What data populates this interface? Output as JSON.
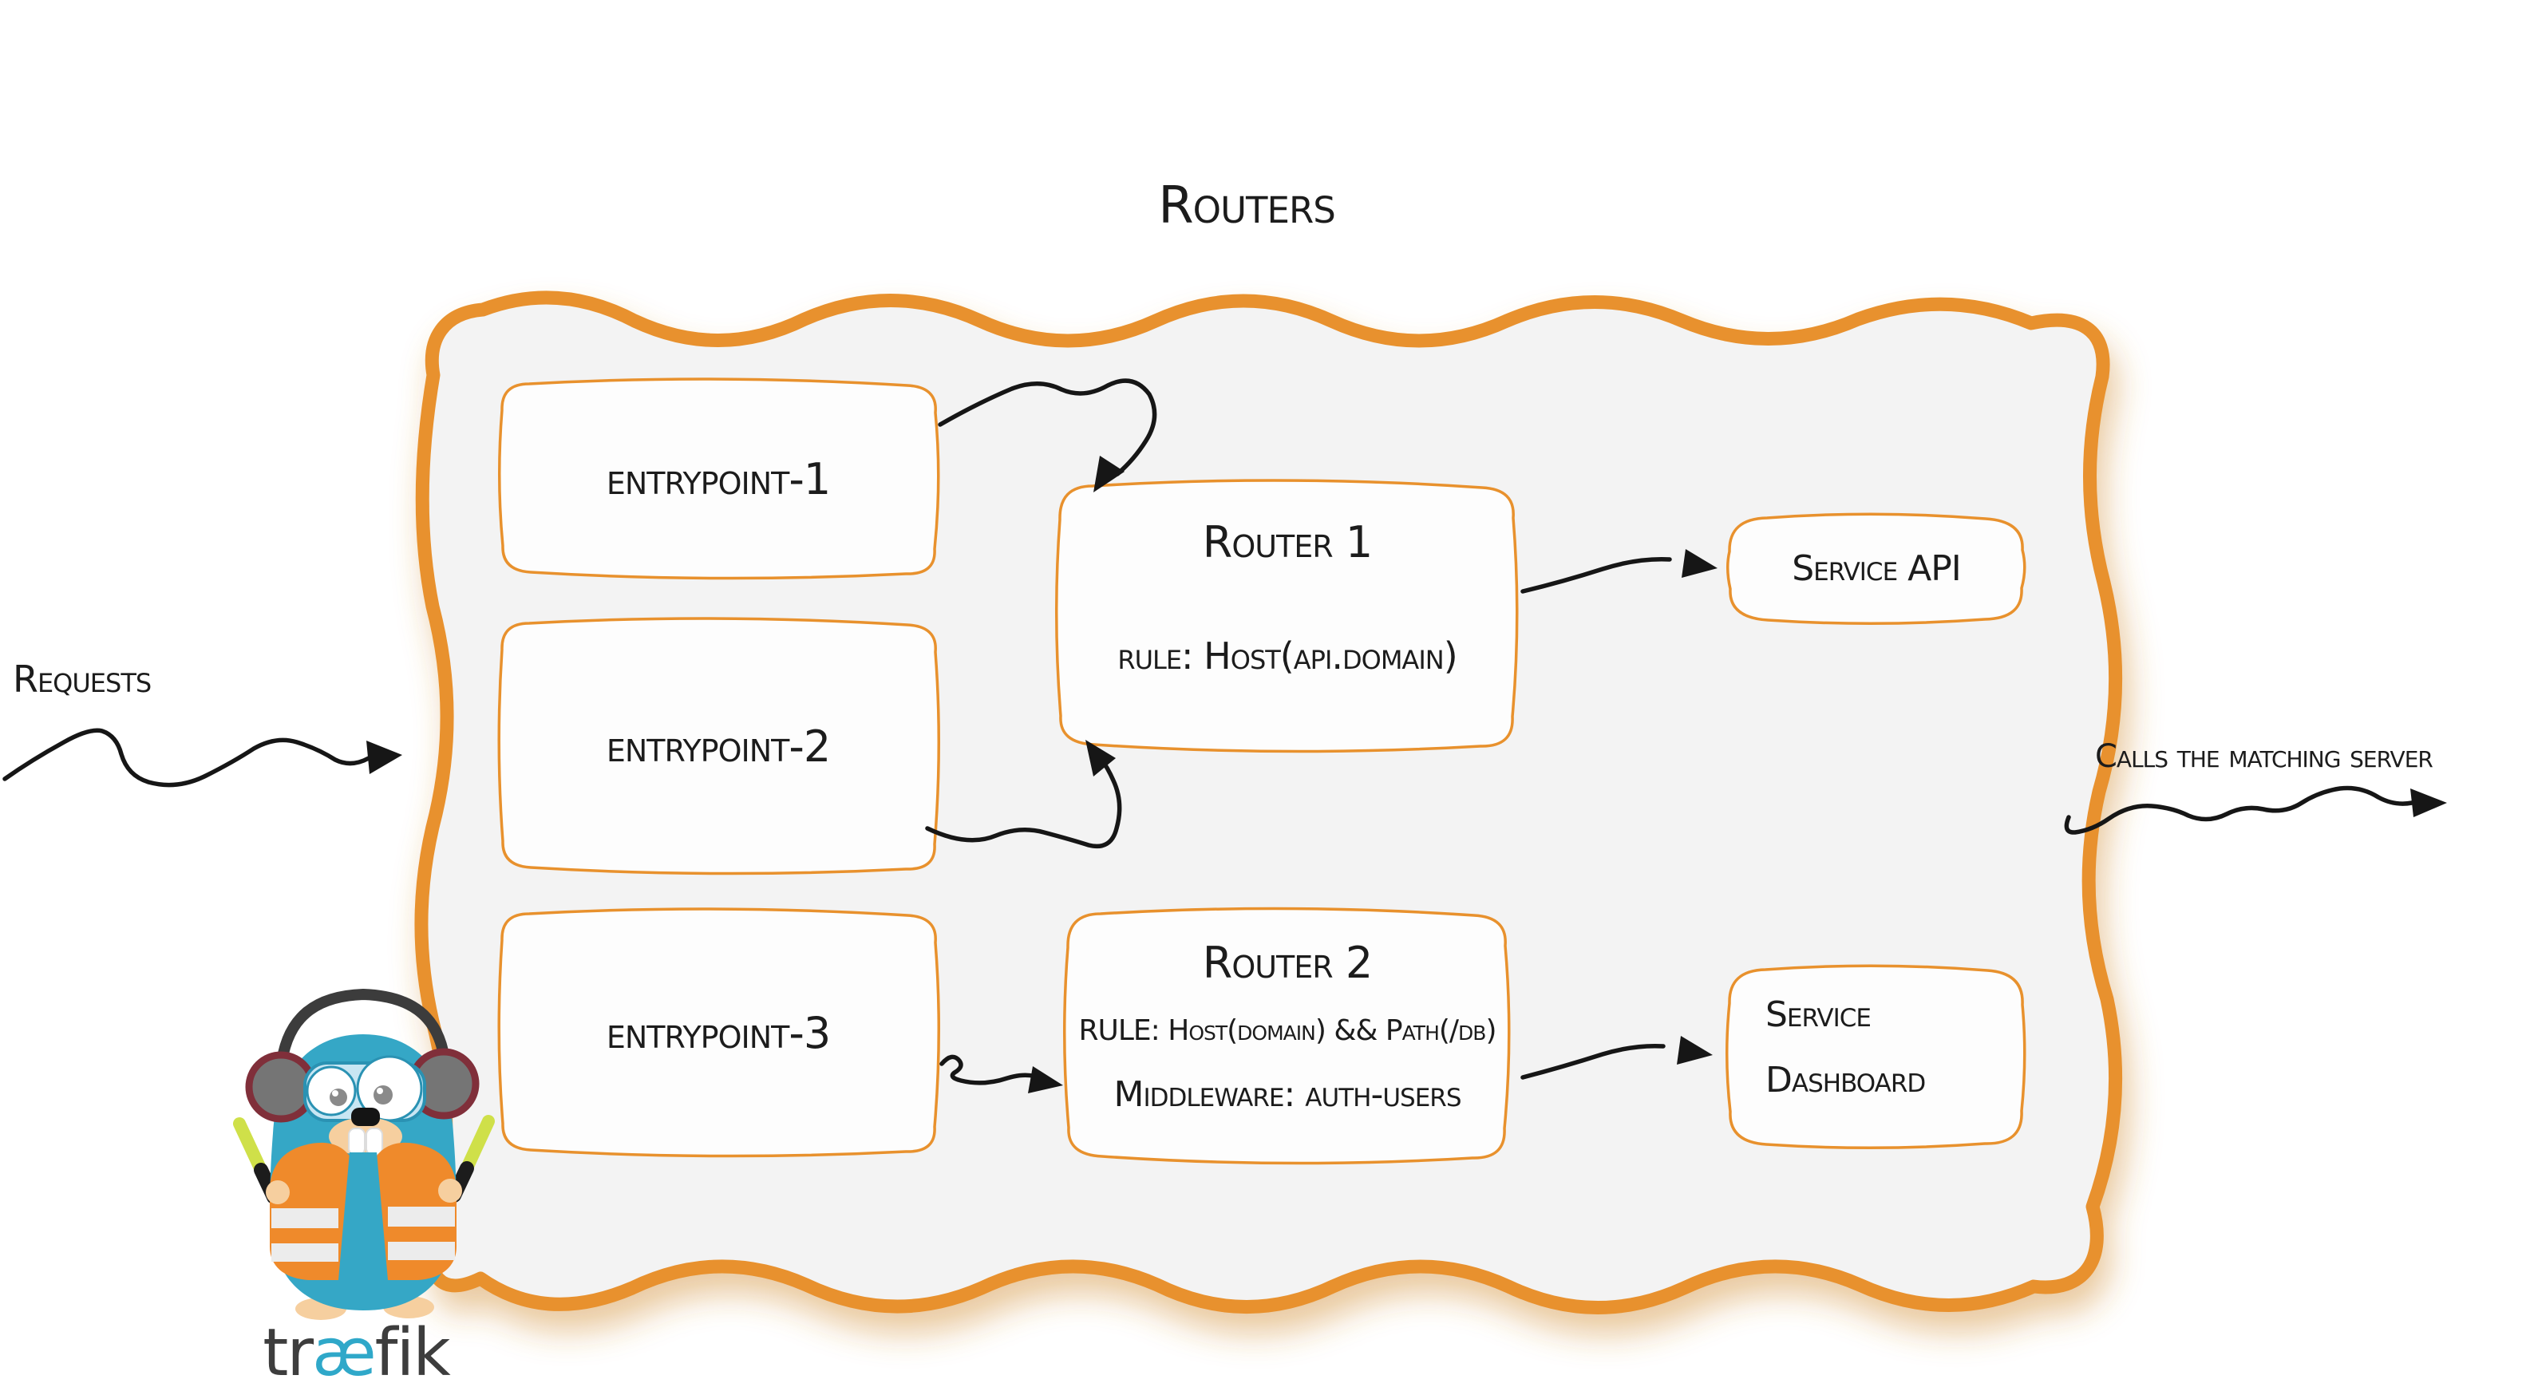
{
  "title": "Routers",
  "side_labels": {
    "requests": "Requests",
    "calls_matching_server": "Calls the matching server"
  },
  "entrypoints": [
    {
      "label": "entrypoint-1"
    },
    {
      "label": "entrypoint-2"
    },
    {
      "label": "entrypoint-3"
    }
  ],
  "routers": [
    {
      "title": "Router 1",
      "rule": "rule: Host(api.domain)"
    },
    {
      "title": "Router 2",
      "rule": "RULE: Host(domain) && Path(/db)",
      "middleware": "Middleware: auth-users"
    }
  ],
  "services": [
    {
      "label": "Service API"
    },
    {
      "label_line1": "Service",
      "label_line2": "Dashboard"
    }
  ],
  "logo": {
    "part1": "tr",
    "part2": "æ",
    "part3": "fik"
  },
  "colors": {
    "border_orange": "#e8912d",
    "container_fill": "#f3f3f3",
    "box_fill": "#fdfdfd",
    "ink": "#1c1c1c",
    "logo_teal": "#2fa8c9",
    "gopher_blue": "#35a7c6",
    "vest_orange": "#ef8a2b",
    "stick_green": "#cfe049",
    "muzzle_beige": "#f6cf9f"
  }
}
